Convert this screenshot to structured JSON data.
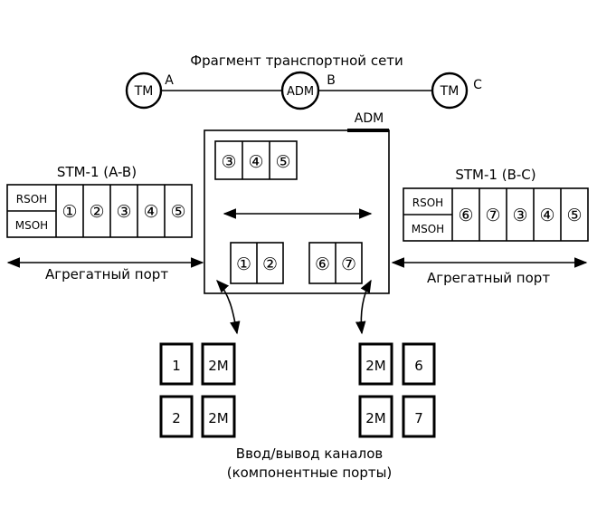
{
  "title": "Фрагмент транспортной сети",
  "network": {
    "node_a": {
      "label": "TM",
      "letter": "A"
    },
    "node_b": {
      "label": "ADM",
      "letter": "B"
    },
    "node_c": {
      "label": "TM",
      "letter": "C"
    }
  },
  "adm_label": "ADM",
  "adm_top_slots": [
    "③",
    "④",
    "⑤"
  ],
  "adm_left_slots": [
    "①",
    "②"
  ],
  "adm_right_slots": [
    "⑥",
    "⑦"
  ],
  "stm_left": {
    "title": "STM-1 (A-B)",
    "rsoh": "RSOH",
    "msoh": "MSOH",
    "slots": [
      "①",
      "②",
      "③",
      "④",
      "⑤"
    ]
  },
  "stm_right": {
    "title": "STM-1 (B-C)",
    "rsoh": "RSOH",
    "msoh": "MSOH",
    "slots": [
      "⑥",
      "⑦",
      "③",
      "④",
      "⑤"
    ]
  },
  "aggregate_left": "Агрегатный порт",
  "aggregate_right": "Агрегатный порт",
  "tributary_left": [
    {
      "num": "1",
      "rate": "2M"
    },
    {
      "num": "2",
      "rate": "2M"
    }
  ],
  "tributary_right": [
    {
      "num": "6",
      "rate": "2M"
    },
    {
      "num": "7",
      "rate": "2M"
    }
  ],
  "caption_line1": "Ввод/вывод каналов",
  "caption_line2": "(компонентные порты)"
}
